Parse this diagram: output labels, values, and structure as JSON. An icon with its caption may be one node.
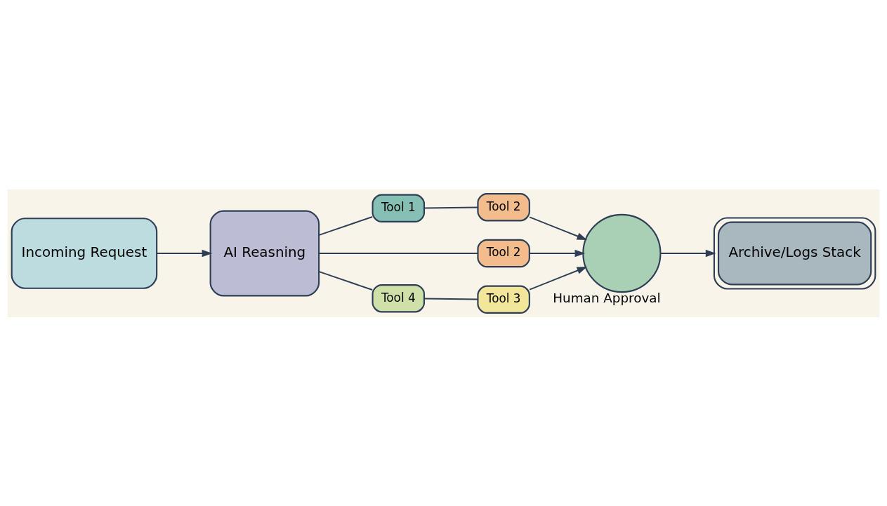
{
  "diagram": {
    "nodes": [
      {
        "text": [
          "Incoming Request"
        ]
      },
      {
        "text": [
          "AI Reasning"
        ]
      },
      {
        "text": [
          "Tool 1"
        ]
      },
      {
        "text": [
          "Tool 2"
        ]
      },
      {
        "text": [
          "Tool 2"
        ]
      },
      {
        "text": [
          "Tool 4"
        ]
      },
      {
        "text": [
          "Tool 3"
        ]
      },
      {
        "text": [
          "Human Approval"
        ]
      },
      {
        "text": [
          "Archive/Logs Stack"
        ]
      }
    ],
    "edges": [
      {
        "from": 0,
        "to": 1,
        "arrow": "to"
      },
      {
        "from": 1,
        "to": 2,
        "arrow": "none"
      },
      {
        "from": 2,
        "to": 3,
        "arrow": "none"
      },
      {
        "from": 3,
        "to": 7,
        "arrow": "to"
      },
      {
        "from": 1,
        "to": 4,
        "arrow": "none"
      },
      {
        "from": 4,
        "to": 7,
        "arrow": "to"
      },
      {
        "from": 1,
        "to": 5,
        "arrow": "none"
      },
      {
        "from": 5,
        "to": 6,
        "arrow": "none"
      },
      {
        "from": 6,
        "to": 7,
        "arrow": "to"
      },
      {
        "from": 7,
        "to": 8,
        "arrow": "to"
      }
    ]
  }
}
